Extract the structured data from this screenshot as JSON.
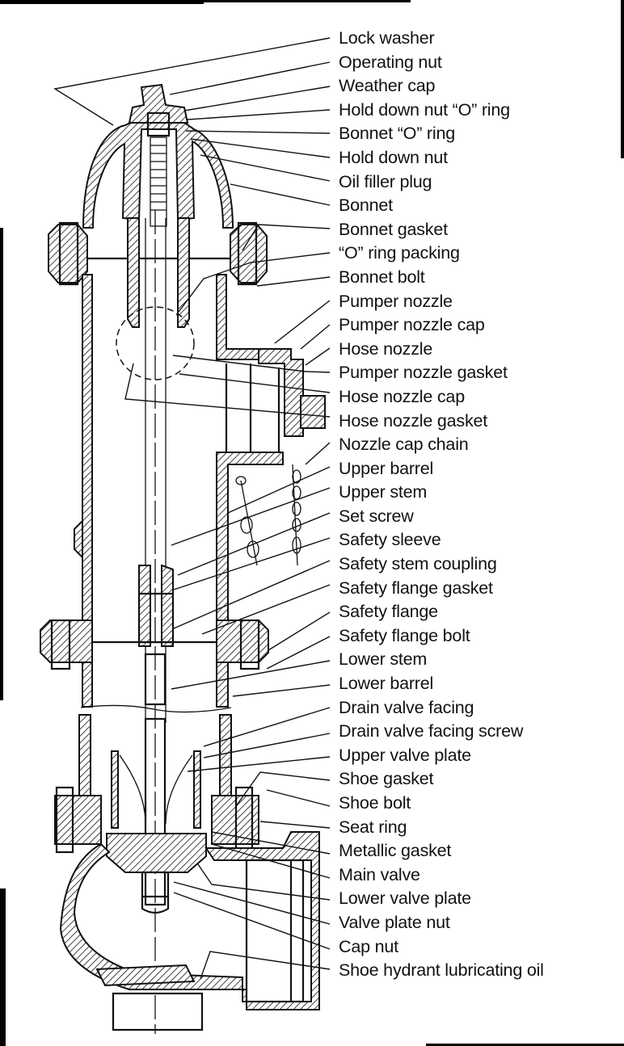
{
  "title": "Dry barrel fire hydrant — cutaway parts diagram",
  "labels": [
    "Lock washer",
    "Operating nut",
    "Weather cap",
    "Hold down nut “O” ring",
    "Bonnet “O” ring",
    "Hold down nut",
    "Oil filler plug",
    "Bonnet",
    "Bonnet gasket",
    "“O” ring packing",
    "Bonnet bolt",
    "Pumper nozzle",
    "Pumper nozzle cap",
    "Hose nozzle",
    "Pumper nozzle gasket",
    "Hose nozzle cap",
    "Hose nozzle gasket",
    "Nozzle cap chain",
    "Upper barrel",
    "Upper stem",
    "Set screw",
    "Safety sleeve",
    "Safety stem coupling",
    "Safety flange gasket",
    "Safety flange",
    "Safety flange bolt",
    "Lower stem",
    "Lower barrel",
    "Drain valve facing",
    "Drain valve facing screw",
    "Upper valve plate",
    "Shoe gasket",
    "Shoe bolt",
    "Seat ring",
    "Metallic gasket",
    "Main valve",
    "Lower valve plate",
    "Valve plate nut",
    "Cap nut",
    "Shoe hydrant lubricating oil"
  ],
  "colors": {
    "ink": "#111111",
    "paper": "#ffffff"
  }
}
